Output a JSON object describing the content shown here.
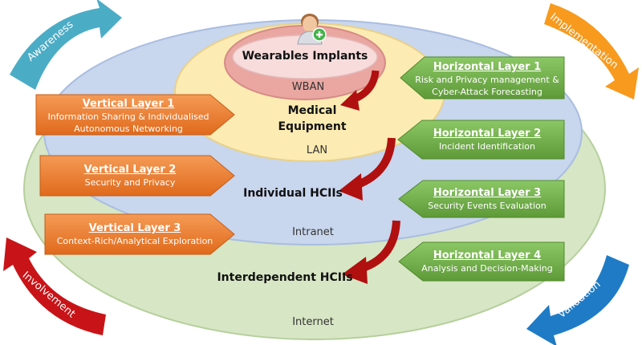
{
  "layers": {
    "wearables": "Wearables Implants",
    "medical": "Medical Equipment",
    "individual": "Individual HCIIs",
    "interdependent": "Interdependent HCIIs"
  },
  "networks": {
    "wban": "WBAN",
    "lan": "LAN",
    "intranet": "Intranet",
    "internet": "Internet"
  },
  "vertical_layers": [
    {
      "title": "Vertical Layer 1",
      "desc": "Information Sharing & Individualised Autonomous Networking"
    },
    {
      "title": "Vertical Layer 2",
      "desc": "Security and Privacy"
    },
    {
      "title": "Vertical Layer 3",
      "desc": "Context-Rich/Analytical Exploration"
    }
  ],
  "horizontal_layers": [
    {
      "title": "Horizontal Layer 1",
      "desc": "Risk and Privacy management & Cyber-Attack Forecasting"
    },
    {
      "title": "Horizontal Layer 2",
      "desc": "Incident Identification"
    },
    {
      "title": "Horizontal Layer 3",
      "desc": "Security Events Evaluation"
    },
    {
      "title": "Horizontal Layer 4",
      "desc": "Analysis and Decision-Making"
    }
  ],
  "cycle": {
    "awareness": "Awareness",
    "implementation": "Implementation",
    "validation": "Validation",
    "involvement": "Involvement"
  },
  "colors": {
    "internet": "#d7e6c4",
    "intranet": "#c6d4ee",
    "lan": "#fcebb2",
    "wban": "#eaa7a2",
    "vertical": "#ed7d31",
    "horizontal": "#70ad47",
    "arrow": "#b01010",
    "awareness": "#4bacc6",
    "implementation": "#f79a1e",
    "validation": "#1f7bc6",
    "involvement": "#c81418"
  },
  "icons": {
    "person": "user-add-icon"
  }
}
